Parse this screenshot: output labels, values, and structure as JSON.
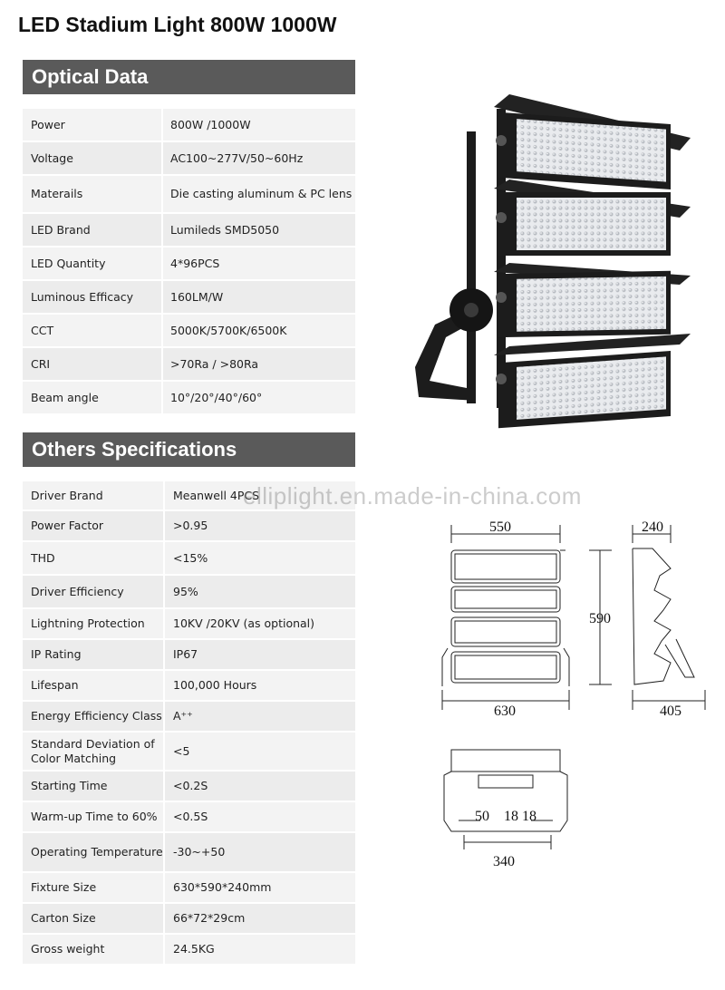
{
  "page": {
    "title": "LED Stadium Light 800W 1000W"
  },
  "optical": {
    "heading": "Optical Data",
    "rows": [
      {
        "label": "Power",
        "value": "800W /1000W"
      },
      {
        "label": "Voltage",
        "value": "AC100~277V/50~60Hz"
      },
      {
        "label": "Materails",
        "value": "Die casting aluminum & PC lens"
      },
      {
        "label": "LED Brand",
        "value": "Lumileds SMD5050"
      },
      {
        "label": "LED Quantity",
        "value": "4*96PCS"
      },
      {
        "label": "Luminous Efficacy",
        "value": "160LM/W"
      },
      {
        "label": "CCT",
        "value": "5000K/5700K/6500K"
      },
      {
        "label": "CRI",
        "value": ">70Ra / >80Ra"
      },
      {
        "label": "Beam angle",
        "value": "10°/20°/40°/60°"
      }
    ]
  },
  "others": {
    "heading": "Others Specifications",
    "rows": [
      {
        "label": "Driver Brand",
        "value": "Meanwell 4PCS"
      },
      {
        "label": "Power Factor",
        "value": ">0.95"
      },
      {
        "label": "THD",
        "value": "<15%"
      },
      {
        "label": "Driver Efficiency",
        "value": "95%"
      },
      {
        "label": "Lightning Protection",
        "value": "10KV /20KV (as optional)"
      },
      {
        "label": "IP Rating",
        "value": "IP67"
      },
      {
        "label": "Lifespan",
        "value": "100,000 Hours"
      },
      {
        "label": "Energy Efficiency Class",
        "value": "A⁺⁺"
      },
      {
        "label": "Standard Deviation of Color Matching",
        "value": "<5"
      },
      {
        "label": "Starting Time",
        "value": "<0.2S"
      },
      {
        "label": "Warm-up Time to 60%",
        "value": "<0.5S"
      },
      {
        "label": "Operating Temperature",
        "value": "-30~+50"
      },
      {
        "label": "Fixture Size",
        "value": "630*590*240mm"
      },
      {
        "label": "Carton Size",
        "value": "66*72*29cm"
      },
      {
        "label": "Gross weight",
        "value": "24.5KG"
      }
    ]
  },
  "watermark": "elliplight.en.made-in-china.com",
  "dimensions": {
    "front_width_top": "550",
    "front_width_bottom": "630",
    "height": "590",
    "side_depth_top": "240",
    "side_depth_bottom": "405",
    "bottom_a": "50",
    "bottom_b": "18",
    "bottom_c": "18",
    "bottom_width": "340"
  }
}
